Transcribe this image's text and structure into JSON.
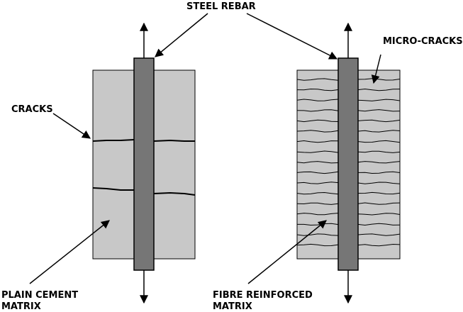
{
  "labels": {
    "steel_rebar": "STEEL REBAR",
    "micro_cracks": "MICRO-CRACKS",
    "cracks": "CRACKS",
    "plain_line1": "PLAIN CEMENT",
    "plain_line2": "MATRIX",
    "fibre_line1": "FIBRE REINFORCED",
    "fibre_line2": "MATRIX"
  },
  "colors": {
    "matrix_fill": "#c8c8c8",
    "rebar_fill": "#767676",
    "stroke": "#000000"
  }
}
